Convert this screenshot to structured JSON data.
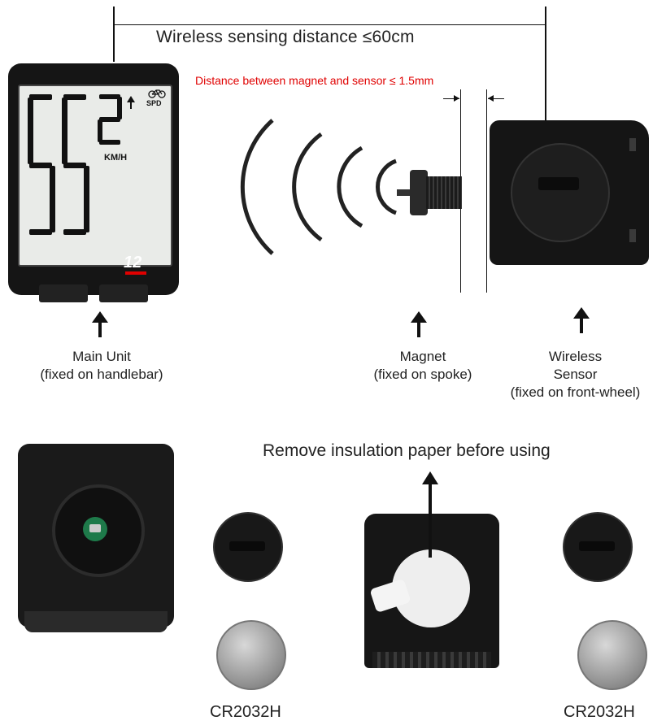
{
  "top": {
    "wireless_distance": "Wireless sensing distance ≤60cm",
    "magnet_distance": "Distance between magnet and sensor ≤ 1.5mm"
  },
  "display": {
    "speed_digits": "55",
    "speed_decimal": "2",
    "unit": "KM/H",
    "mode": "SPD",
    "brand": "12"
  },
  "labels": {
    "main_unit": "Main Unit",
    "main_unit_sub": "(fixed on handlebar)",
    "magnet": "Magnet",
    "magnet_sub": "(fixed on spoke)",
    "sensor": "Wireless",
    "sensor_2": "Sensor",
    "sensor_sub": "(fixed on front-wheel)",
    "insulation": "Remove insulation paper before using",
    "battery_left": "CR2032H",
    "battery_right": "CR2032H"
  },
  "colors": {
    "accent_red": "#e00000",
    "device_black": "#151515",
    "lcd_bg": "#e9ebe8"
  }
}
